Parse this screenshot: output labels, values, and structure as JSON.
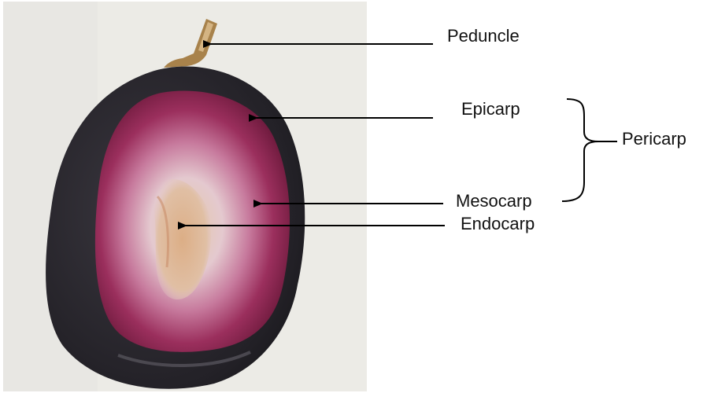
{
  "labels": {
    "peduncle": "Peduncle",
    "epicarp": "Epicarp",
    "mesocarp": "Mesocarp",
    "endocarp": "Endocarp",
    "pericarp": "Pericarp"
  },
  "colors": {
    "background_photo": "#ecebe6",
    "skin": "#2a2830",
    "stem": "#b08a52",
    "pulp_outer": "#7a1e44",
    "pulp_mid": "#b44a78",
    "pulp_light": "#dbbcc8",
    "endocarp": "#d9b08a",
    "arrow": "#000000"
  }
}
